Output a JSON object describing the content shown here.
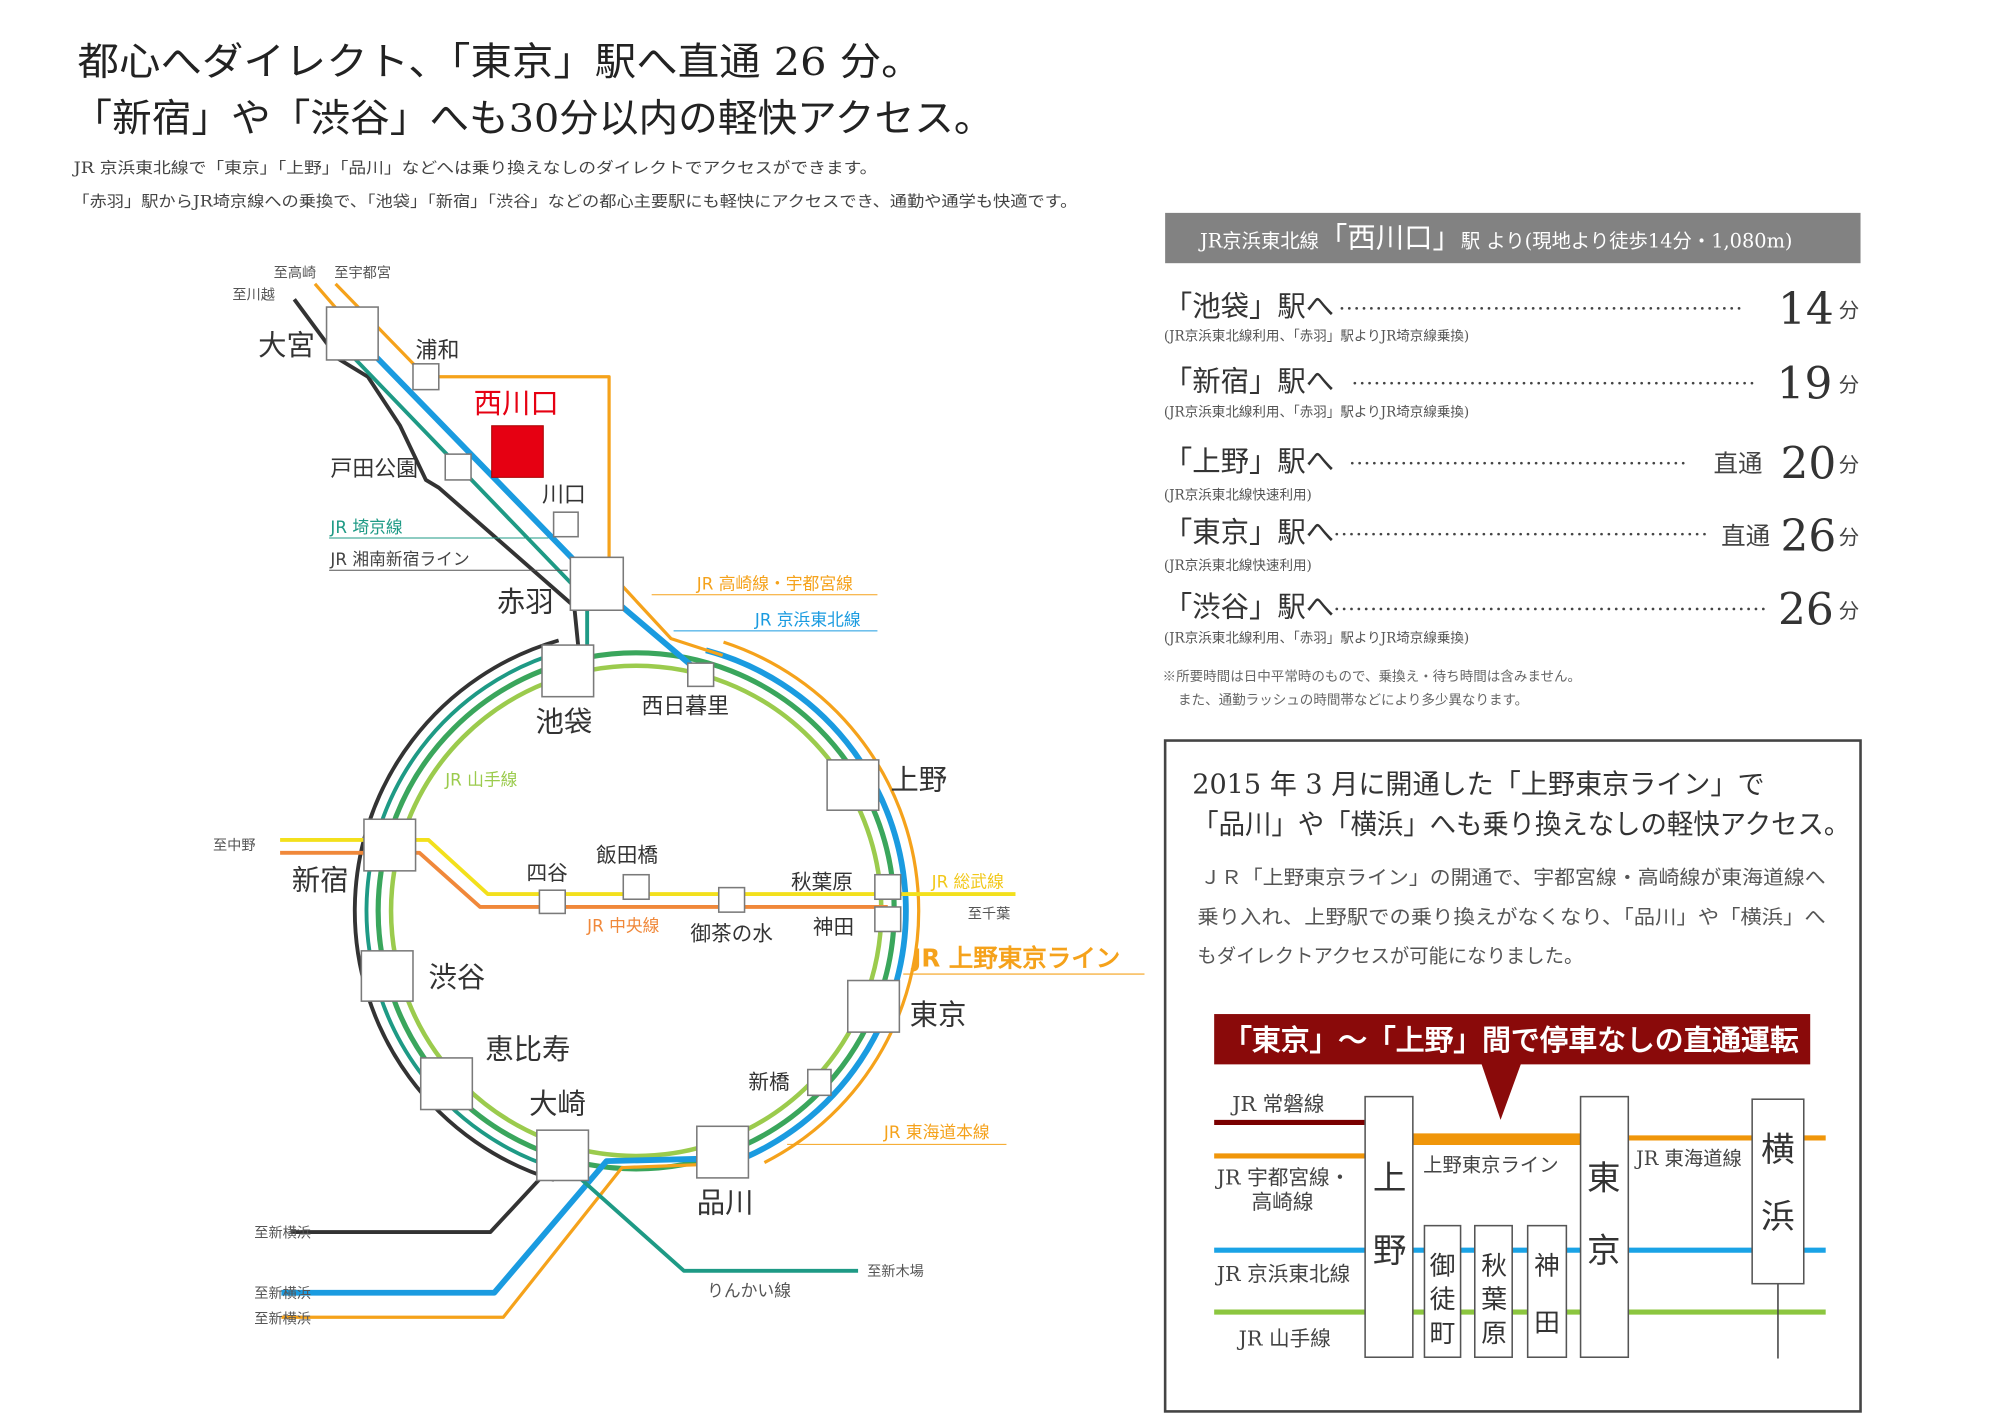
{
  "header": {
    "headline_1": "都心へダイレクト、「東京」駅へ直通 26 分。",
    "headline_2": "「新宿」や「渋谷」へも30分以内の軽快アクセス。",
    "lead_1": "JR 京浜東北線で「東京」「上野」「品川」などへは乗り換えなしのダイレクトでアクセスができます。",
    "lead_2": "「赤羽」駅からJR埼京線への乗換で、「池袋」「新宿」「渋谷」などの都心主要駅にも軽快にアクセスでき、通勤や通学も快適です。"
  },
  "colors": {
    "jr_orange": "#f5a21b",
    "keihin_blue": "#1a9be0",
    "saikyo_teal": "#1e9a85",
    "yamanote_green": "#3aa65c",
    "yamanote_light": "#9bcb4d",
    "sobu_yellow": "#f3e01c",
    "chuo_orange": "#f0883a",
    "site_red": "#e60012",
    "banner_red": "#8a0a0a",
    "bar_grey": "#828282"
  },
  "map": {
    "site": "西川口",
    "stations": {
      "omiya": "大宮",
      "urawa": "浦和",
      "toda_koen": "戸田公園",
      "kawaguchi": "川口",
      "akabane": "赤羽",
      "ikebukuro": "池袋",
      "nishi_nippori": "西日暮里",
      "ueno": "上野",
      "shinjuku": "新宿",
      "yotsuya": "四谷",
      "iidabashi": "飯田橋",
      "ochanomizu": "御茶の水",
      "akihabara": "秋葉原",
      "kanda": "神田",
      "shibuya": "渋谷",
      "tokyo": "東京",
      "ebisu": "恵比寿",
      "osaki": "大崎",
      "shimbashi": "新橋",
      "shinagawa": "品川"
    },
    "destinations": {
      "kawagoe": "至川越",
      "takasaki": "至高崎",
      "utsunomiya": "至宇都宮",
      "nakano": "至中野",
      "chiba": "至千葉",
      "shin_yokohama_1": "至新横浜",
      "shin_yokohama_2": "至新横浜",
      "shin_yokohama_3": "至新横浜",
      "shin_kiba": "至新木場"
    },
    "lines": {
      "saikyo": "JR 埼京線",
      "shonan_shinjuku": "JR 湘南新宿ライン",
      "takasaki_utsunomiya": "JR 高崎線・宇都宮線",
      "keihin_tohoku": "JR 京浜東北線",
      "yamanote": "JR 山手線",
      "sobu": "JR 総武線",
      "chuo": "JR 中央線",
      "ueno_tokyo": "JR 上野東京ライン",
      "tokaido": "JR 東海道本線",
      "rinkai": "りんかい線"
    }
  },
  "access": {
    "bar": {
      "prefix": "JR京浜東北線",
      "station": "「西川口」",
      "suffix": "駅 より(現地より徒歩14分・1,080m)"
    },
    "unit": "分",
    "rows": [
      {
        "dest": "「池袋」駅へ",
        "note": "(JR京浜東北線利用、「赤羽」駅よりJR埼京線乗換)",
        "direct": "",
        "minutes": "14"
      },
      {
        "dest": "「新宿」駅へ",
        "note": "(JR京浜東北線利用、「赤羽」駅よりJR埼京線乗換)",
        "direct": "",
        "minutes": "19"
      },
      {
        "dest": "「上野」駅へ",
        "note": "(JR京浜東北線快速利用)",
        "direct": "直通",
        "minutes": "20"
      },
      {
        "dest": "「東京」駅へ",
        "note": "(JR京浜東北線快速利用)",
        "direct": "直通",
        "minutes": "26"
      },
      {
        "dest": "「渋谷」駅へ",
        "note": "(JR京浜東北線利用、「赤羽」駅よりJR埼京線乗換)",
        "direct": "",
        "minutes": "26"
      }
    ],
    "footnote_1": "※所要時間は日中平常時のもので、乗換え・待ち時間は含みません。",
    "footnote_2": "また、通勤ラッシュの時間帯などにより多少異なります。"
  },
  "feature": {
    "title_1": "2015 年 3 月に開通した「上野東京ライン」で",
    "title_2": "「品川」や「横浜」へも乗り換えなしの軽快アクセス。",
    "body_1": "ＪＲ「上野東京ライン」の開通で、宇都宮線・高崎線が東海道線へ",
    "body_2": "乗り入れ、上野駅での乗り換えがなくなり、「品川」や「横浜」へ",
    "body_3": "もダイレクトアクセスが可能になりました。",
    "banner": "「東京」〜「上野」間で停車なしの直通運転",
    "labels": {
      "joban": "JR 常磐線",
      "utsunomiya_1": "JR 宇都宮線・",
      "utsunomiya_2": "高崎線",
      "keihin": "JR 京浜東北線",
      "yamanote": "JR 山手線",
      "ueno_tokyo": "上野東京ライン",
      "tokaido": "JR 東海道線"
    },
    "stations": {
      "ueno": [
        "上",
        "野"
      ],
      "okachimachi": [
        "御",
        "徒",
        "町"
      ],
      "akihabara": [
        "秋",
        "葉",
        "原"
      ],
      "kanda": [
        "神",
        "田"
      ],
      "tokyo": [
        "東",
        "京"
      ],
      "yokohama": [
        "横",
        "浜"
      ]
    }
  }
}
